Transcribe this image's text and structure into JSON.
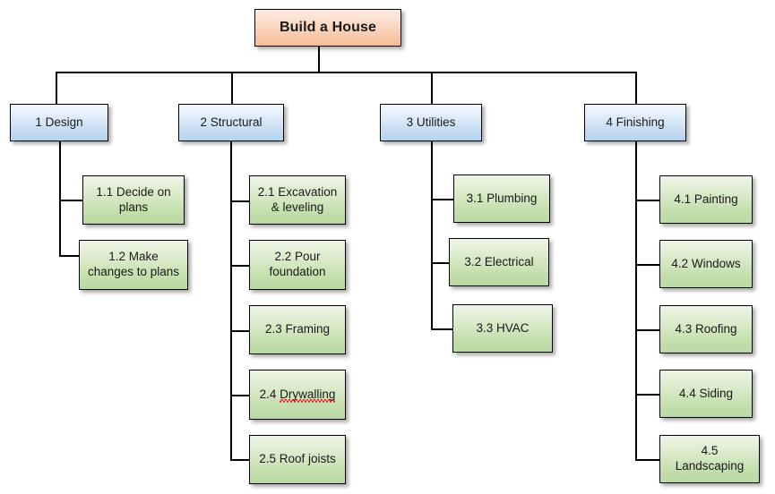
{
  "diagram": {
    "title": "Build a House",
    "type": "work-breakdown-structure",
    "background_color": "#ffffff",
    "colors": {
      "root_fill_top": "#fdece1",
      "root_fill_bottom": "#f6bb97",
      "phase_fill_top": "#f3f8fd",
      "phase_fill_bottom": "#b6d3ee",
      "task_fill_top": "#eef5e6",
      "task_fill_bottom": "#bad9a2",
      "border": "#000000",
      "spellcheck_underline": "#e01b1b"
    }
  },
  "root": {
    "label": "Build a House"
  },
  "phases": [
    {
      "label": "1 Design",
      "tasks": [
        {
          "label": "1.1 Decide on plans"
        },
        {
          "label": "1.2 Make changes to plans"
        }
      ]
    },
    {
      "label": "2 Structural",
      "tasks": [
        {
          "label": "2.1 Excavation & leveling"
        },
        {
          "label": "2.2 Pour foundation"
        },
        {
          "label": "2.3 Framing"
        },
        {
          "label_prefix": "2.4 ",
          "label_misspelled": "Drywalling"
        },
        {
          "label": "2.5 Roof joists"
        }
      ]
    },
    {
      "label": "3 Utilities",
      "tasks": [
        {
          "label": "3.1 Plumbing"
        },
        {
          "label": "3.2 Electrical"
        },
        {
          "label": "3.3 HVAC"
        }
      ]
    },
    {
      "label": "4 Finishing",
      "tasks": [
        {
          "label": "4.1 Painting"
        },
        {
          "label": "4.2 Windows"
        },
        {
          "label": "4.3 Roofing"
        },
        {
          "label": "4.4 Siding"
        },
        {
          "label": "4.5 Landscaping"
        }
      ]
    }
  ]
}
